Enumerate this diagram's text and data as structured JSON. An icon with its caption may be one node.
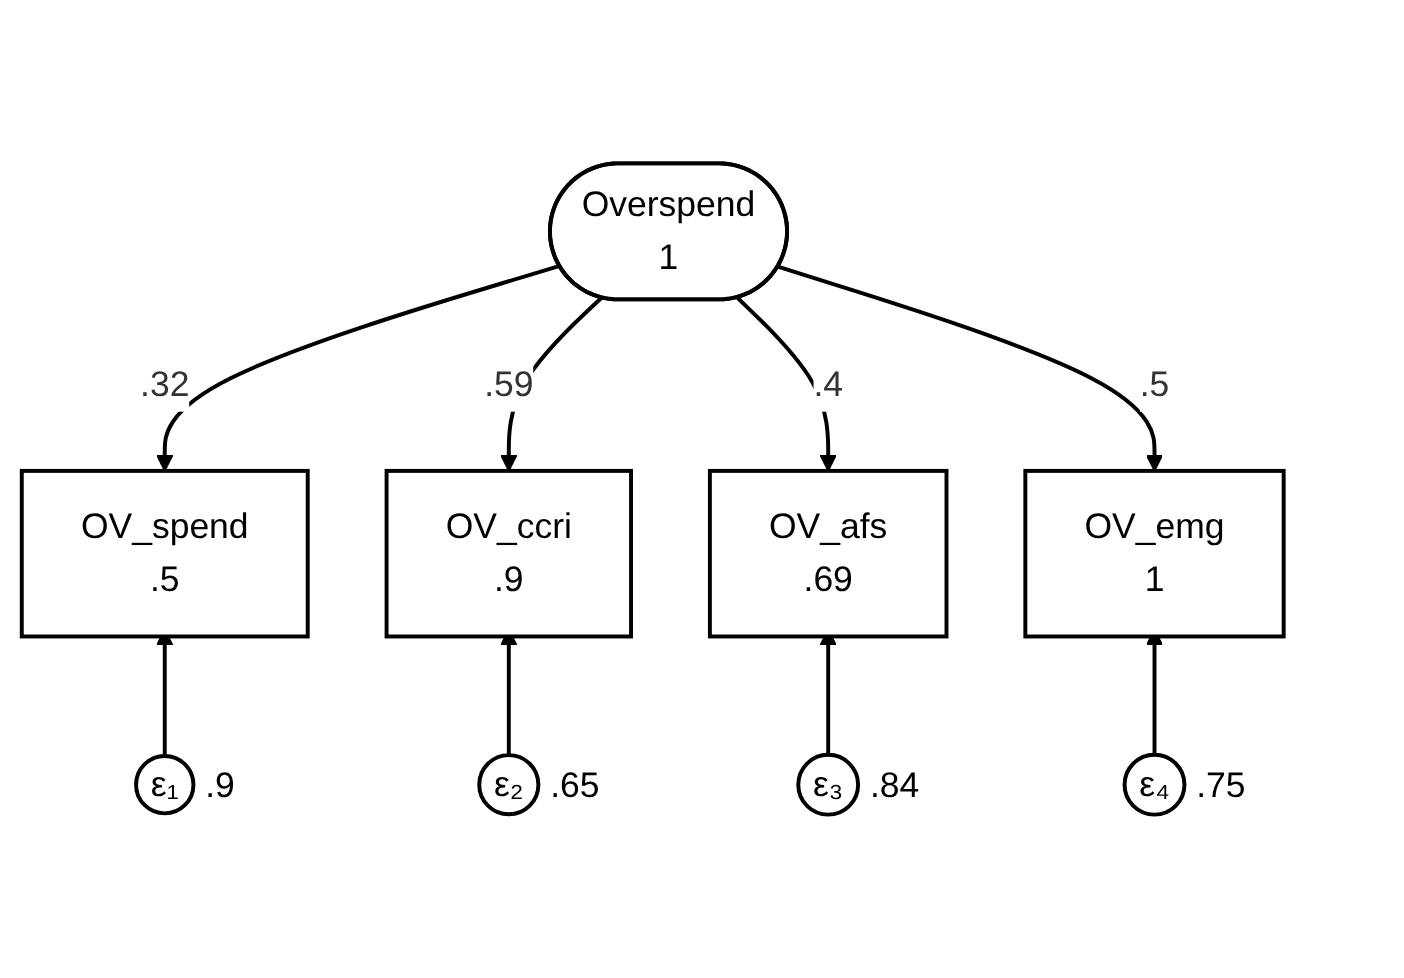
{
  "diagram": {
    "nodes": [
      {
        "text": [
          "Overspend",
          "1"
        ]
      },
      {
        "text": [
          "OV_spend",
          ".5"
        ]
      },
      {
        "text": [
          "OV_ccri",
          ".9"
        ]
      },
      {
        "text": [
          "OV_afs",
          ".69"
        ]
      },
      {
        "text": [
          "OV_emg",
          "1"
        ]
      },
      {
        "text": [
          "ε₁"
        ],
        "beside": [
          ".9"
        ]
      },
      {
        "text": [
          "ε₂"
        ],
        "beside": [
          ".65"
        ]
      },
      {
        "text": [
          "ε₃"
        ],
        "beside": [
          ".84"
        ]
      },
      {
        "text": [
          "ε₄"
        ],
        "beside": [
          ".75"
        ]
      }
    ],
    "edges": [
      {
        "from": 0,
        "to": 1,
        "arrow": "to",
        "label": ".32"
      },
      {
        "from": 0,
        "to": 2,
        "arrow": "to",
        "label": ".59"
      },
      {
        "from": 0,
        "to": 3,
        "arrow": "to",
        "label": ".4"
      },
      {
        "from": 0,
        "to": 4,
        "arrow": "to",
        "label": ".5"
      },
      {
        "from": 5,
        "to": 1,
        "arrow": "to"
      },
      {
        "from": 6,
        "to": 2,
        "arrow": "to"
      },
      {
        "from": 7,
        "to": 3,
        "arrow": "to"
      },
      {
        "from": 8,
        "to": 4,
        "arrow": "to"
      }
    ]
  }
}
